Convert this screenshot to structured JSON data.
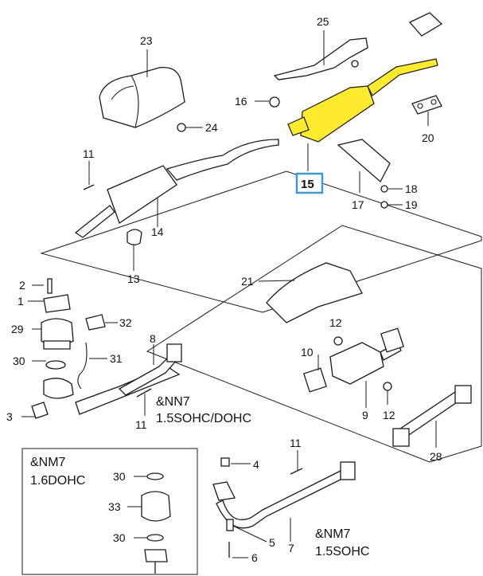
{
  "accent_color": "#ffeb2e",
  "callout_box_color": "#3b9bd6",
  "highlighted_part": "15",
  "labels": {
    "p25": "25",
    "p23": "23",
    "p16": "16",
    "p24": "24",
    "p20": "20",
    "p11a": "11",
    "p15": "15",
    "p18": "18",
    "p17": "17",
    "p19": "19",
    "p14": "14",
    "p13": "13",
    "p21": "21",
    "p2": "2",
    "p1": "1",
    "p32": "32",
    "p12a": "12",
    "p29": "29",
    "p10": "10",
    "p8": "8",
    "p30a": "30",
    "p31": "31",
    "p3": "3",
    "p11b": "11",
    "p9": "9",
    "p12b": "12",
    "p28": "28",
    "p11c": "11",
    "p4": "4",
    "p30b": "30",
    "p33": "33",
    "p30c": "30",
    "p5": "5",
    "p7": "7",
    "p6": "6"
  },
  "notes": {
    "nn7_code": "&NN7",
    "nn7_engine": "1.5SOHC/DOHC",
    "nm7_box_code": "&NM7",
    "nm7_box_engine": "1.6DOHC",
    "nm7_right_code": "&NM7",
    "nm7_right_engine": "1.5SOHC"
  }
}
